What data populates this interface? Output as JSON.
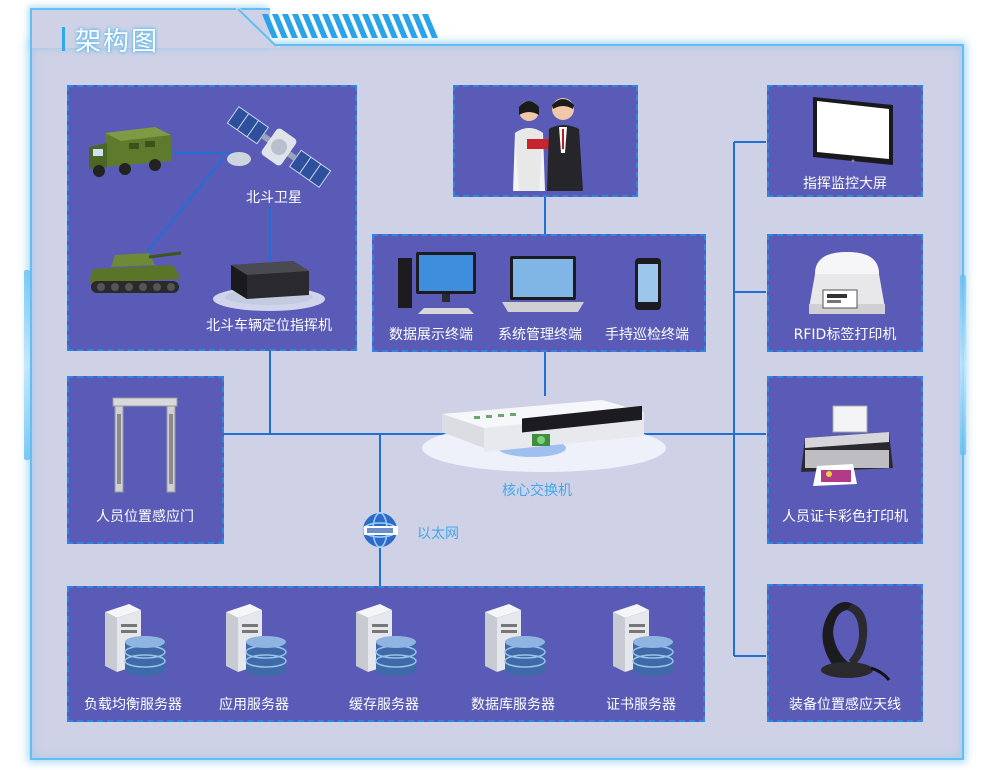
{
  "title": "架构图",
  "colors": {
    "panel_fill": "#5a5ab7",
    "panel_border": "#2f86e0",
    "background": "#cfd2e6",
    "line": "#1f6fd6",
    "frame_glow": "#63bff1"
  },
  "nodes": {
    "satellite": "北斗卫星",
    "vehicle_locator": "北斗车辆定位指挥机",
    "data_terminal": "数据展示终端",
    "mgmt_terminal": "系统管理终端",
    "handheld_terminal": "手持巡检终端",
    "monitor_screen": "指挥监控大屏",
    "rfid_printer": "RFID标签打印机",
    "card_printer": "人员证卡彩色打印机",
    "antenna": "装备位置感应天线",
    "gate": "人员位置感应门",
    "core_switch": "核心交换机",
    "ethernet": "以太网",
    "servers": [
      "负载均衡服务器",
      "应用服务器",
      "缓存服务器",
      "数据库服务器",
      "证书服务器"
    ]
  },
  "icons": {
    "satellite": "satellite-icon",
    "armored_truck": "armored-truck-icon",
    "tank": "tank-icon",
    "locator_device": "locator-device-icon",
    "people": "business-people-icon",
    "desktop": "desktop-computer-icon",
    "laptop": "laptop-icon",
    "phone": "handheld-phone-icon",
    "monitor": "monitor-screen-icon",
    "rfid_printer": "label-printer-icon",
    "inkjet_printer": "inkjet-printer-icon",
    "antenna": "antenna-icon",
    "gate": "security-gate-icon",
    "switch": "network-switch-icon",
    "globe": "ethernet-globe-icon",
    "server": "server-database-icon"
  }
}
